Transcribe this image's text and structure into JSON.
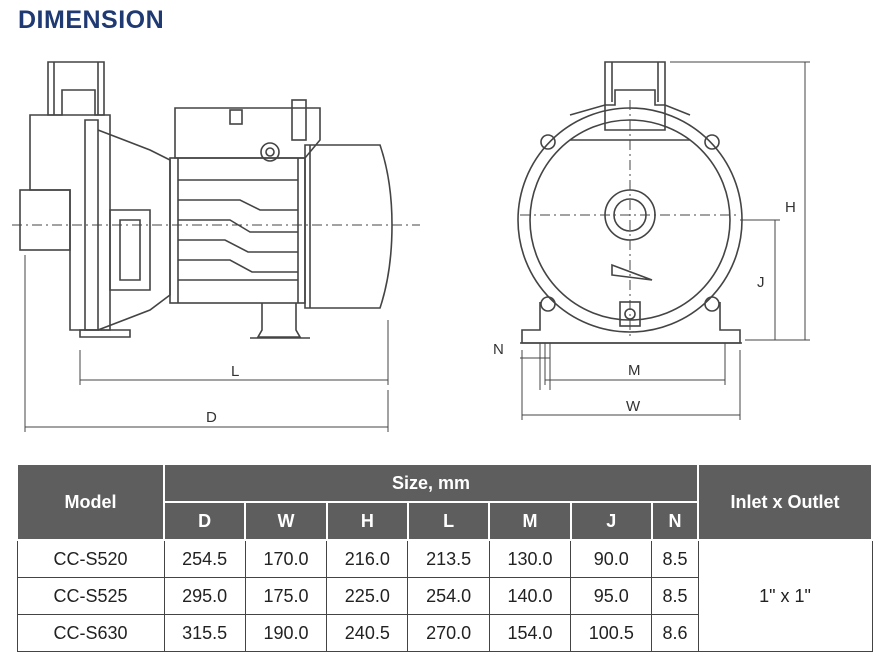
{
  "title": "DIMENSION",
  "diagram_labels": {
    "L": "L",
    "D": "D",
    "H": "H",
    "J": "J",
    "N": "N",
    "M": "M",
    "W": "W"
  },
  "table": {
    "model_header": "Model",
    "size_header": "Size, mm",
    "inlet_header": "Inlet x Outlet",
    "columns": [
      "D",
      "W",
      "H",
      "L",
      "M",
      "J",
      "N"
    ],
    "rows": [
      {
        "model": "CC-S520",
        "values": [
          "254.5",
          "170.0",
          "216.0",
          "213.5",
          "130.0",
          "90.0",
          "8.5"
        ]
      },
      {
        "model": "CC-S525",
        "values": [
          "295.0",
          "175.0",
          "225.0",
          "254.0",
          "140.0",
          "95.0",
          "8.5"
        ]
      },
      {
        "model": "CC-S630",
        "values": [
          "315.5",
          "190.0",
          "240.5",
          "270.0",
          "154.0",
          "100.5",
          "8.6"
        ]
      }
    ],
    "inlet_outlet": "1\" x 1\""
  }
}
